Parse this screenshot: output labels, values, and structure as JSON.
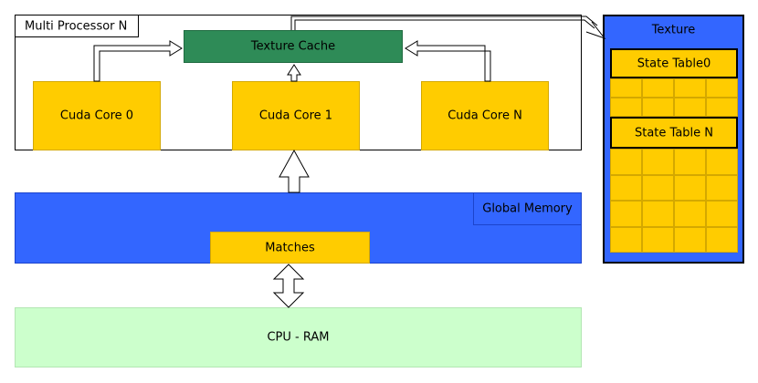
{
  "multiprocessor": {
    "title": "Multi Processor N"
  },
  "texture_cache": {
    "label": "Texture Cache"
  },
  "cores": [
    {
      "label": "Cuda Core 0"
    },
    {
      "label": "Cuda Core 1"
    },
    {
      "label": "Cuda Core N"
    }
  ],
  "global_memory": {
    "label": "Global Memory",
    "matches_label": "Matches"
  },
  "cpu_ram": {
    "label": "CPU - RAM"
  },
  "texture": {
    "title": "Texture",
    "tables": [
      {
        "label": "State Table0"
      },
      {
        "label": "State Table N"
      }
    ]
  },
  "colors": {
    "core": "#ffcc00",
    "cache": "#2e8b57",
    "memory": "#3366ff",
    "cpu": "#ccffcc"
  }
}
